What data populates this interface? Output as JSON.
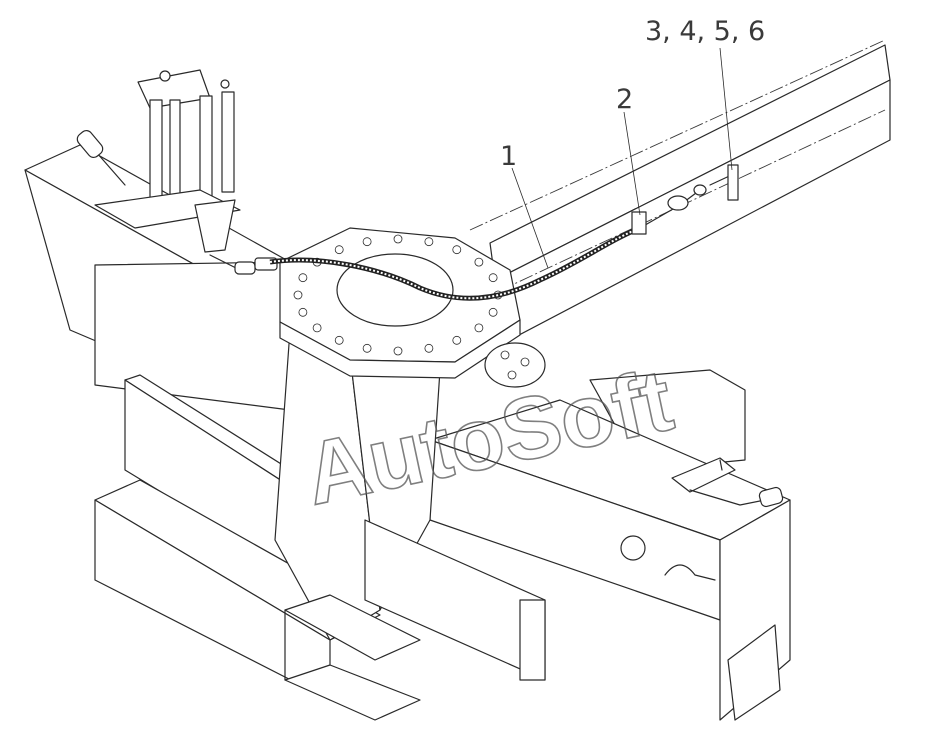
{
  "callouts": [
    {
      "id": "1",
      "text": "1"
    },
    {
      "id": "2",
      "text": "2"
    },
    {
      "id": "3456",
      "text": "3, 4, 5, 6"
    }
  ],
  "watermark": "AutoSoft"
}
